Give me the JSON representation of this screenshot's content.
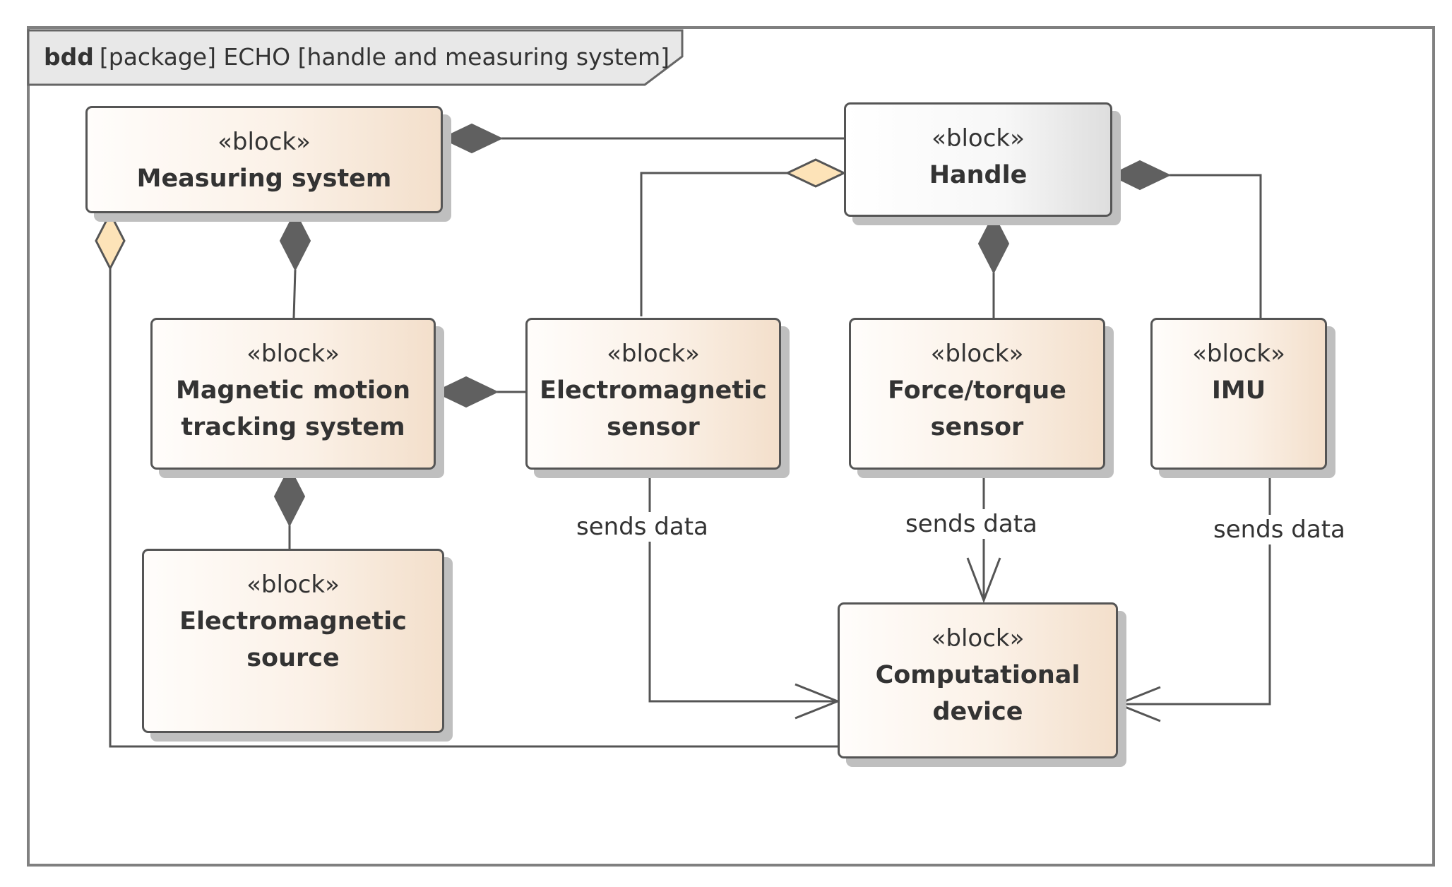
{
  "frame": {
    "kind": "bdd",
    "title": "[package] ECHO [handle and measuring system]"
  },
  "blocks": {
    "measuring_system": {
      "stereotype": "«block»",
      "name": "Measuring system"
    },
    "handle": {
      "stereotype": "«block»",
      "name": "Handle"
    },
    "magnetic_motion": {
      "stereotype": "«block»",
      "name_line1": "Magnetic motion",
      "name_line2": "tracking system"
    },
    "em_sensor": {
      "stereotype": "«block»",
      "name_line1": "Electromagnetic",
      "name_line2": "sensor"
    },
    "ft_sensor": {
      "stereotype": "«block»",
      "name_line1": "Force/torque",
      "name_line2": "sensor"
    },
    "imu": {
      "stereotype": "«block»",
      "name": "IMU"
    },
    "em_source": {
      "stereotype": "«block»",
      "name": "Electromagnetic source"
    },
    "comp_device": {
      "stereotype": "«block»",
      "name": "Computational device"
    }
  },
  "connectors": {
    "em_sensor_label": "sends data",
    "ft_sensor_label": "sends data",
    "imu_label": "sends data"
  },
  "colors": {
    "line": "#555555",
    "composite_diamond": "#606060",
    "shared_diamond": "#fde3b8",
    "block_fill_light": "#fffdfb",
    "block_fill_dark": "#f3dfcb",
    "frame_tab": "#e8e8e8"
  }
}
